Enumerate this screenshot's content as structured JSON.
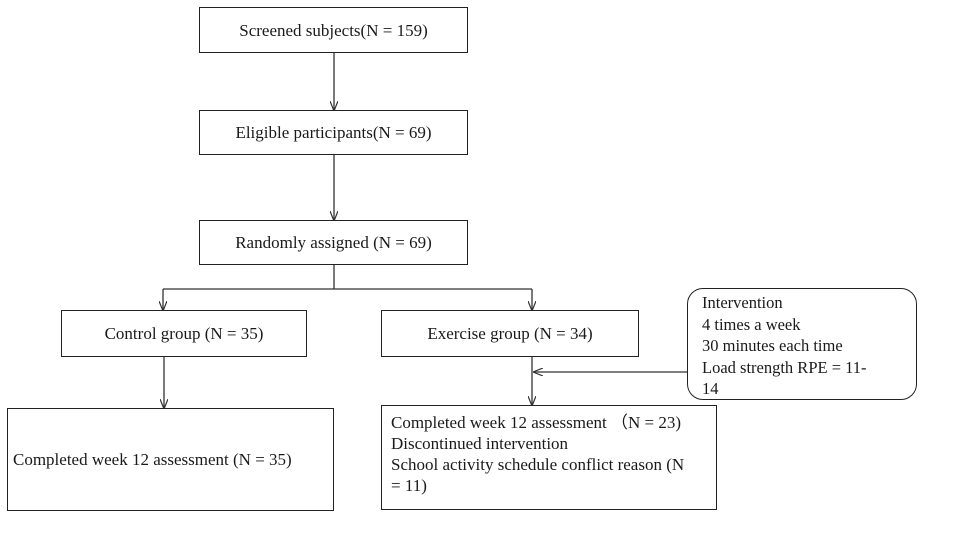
{
  "boxes": {
    "screened": "Screened subjects(N = 159)",
    "eligible": "Eligible participants(N = 69)",
    "randomized": "Randomly assigned (N =  69)",
    "control": "Control group (N = 35)",
    "exercise": "Exercise group (N = 34)",
    "control_outcome": "Completed week 12 assessment  (N = 35)",
    "exercise_outcome": {
      "line1": "Completed week 12 assessment  （N = 23)",
      "line2": "Discontinued intervention",
      "line3": "School activity schedule conflict reason (N",
      "line4": "= 11)"
    },
    "intervention": {
      "line1": "Intervention",
      "line2": "4 times a week",
      "line3": "30 minutes each time",
      "line4": "Load strength RPE = 11-",
      "line5": "14"
    }
  },
  "colors": {
    "line": "#333333",
    "border": "#222222",
    "text": "#1a1a1a"
  }
}
